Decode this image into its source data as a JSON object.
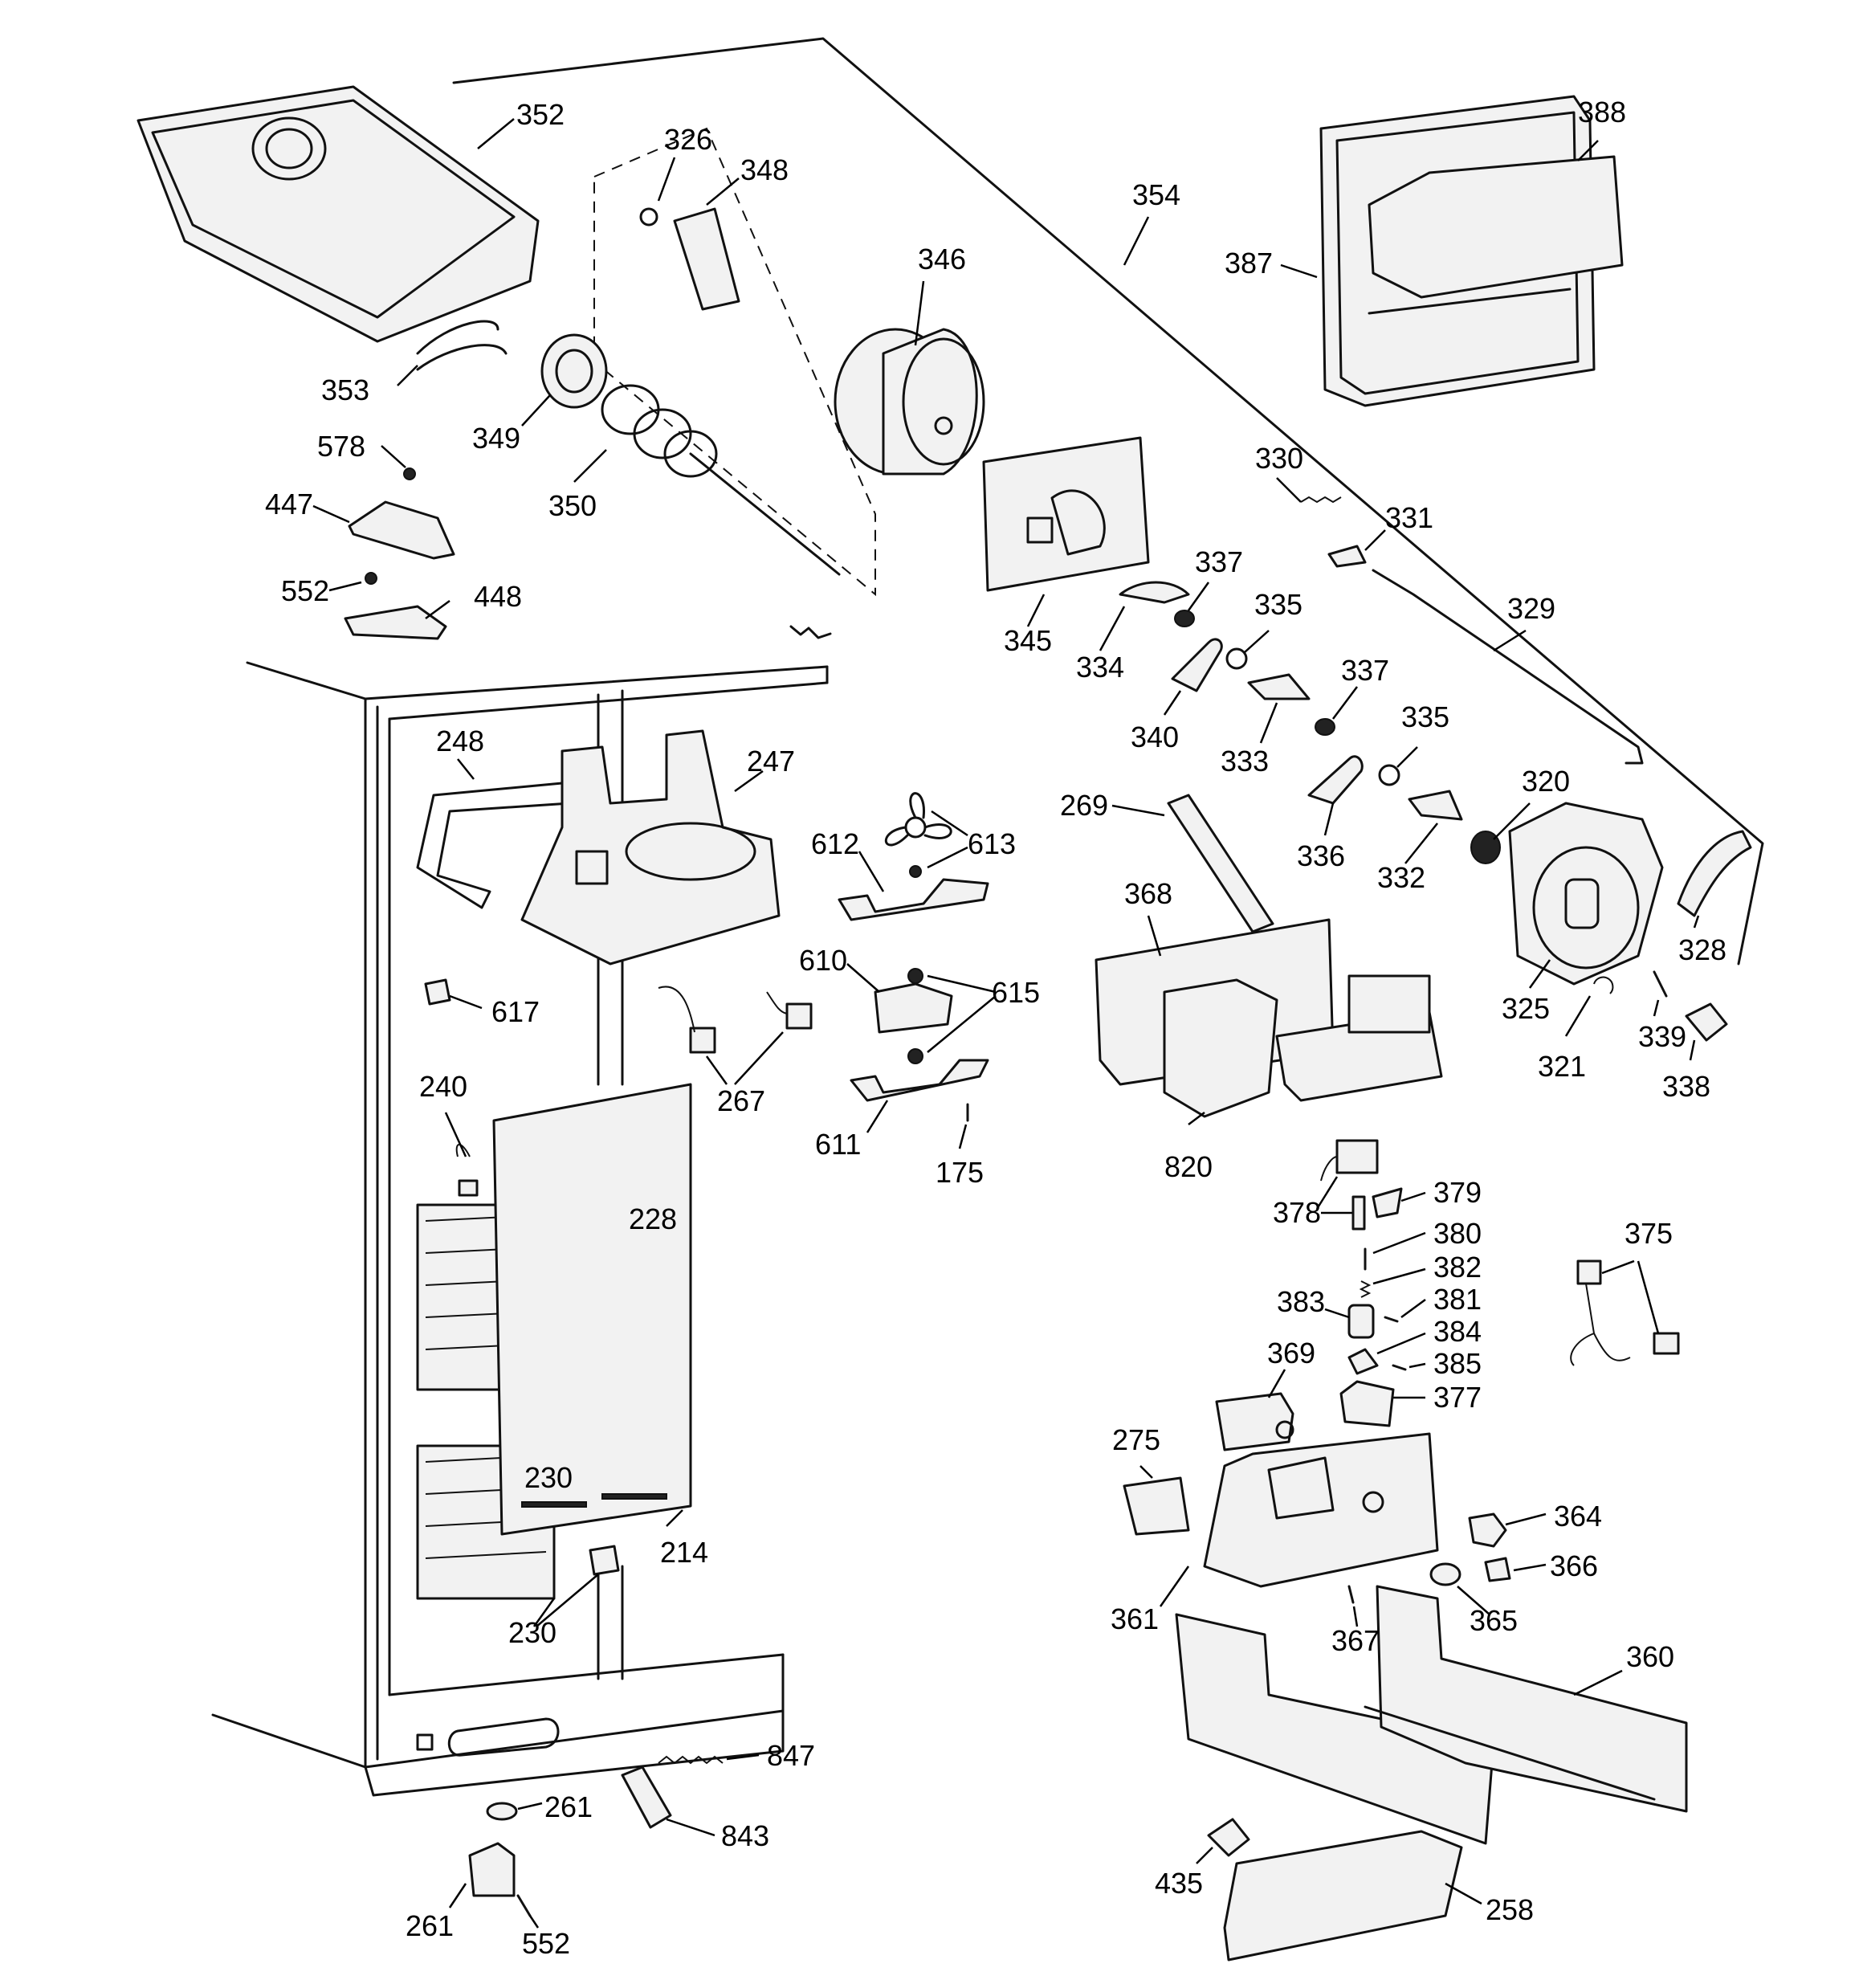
{
  "callouts": [
    {
      "id": "352",
      "label": "352"
    },
    {
      "id": "326",
      "label": "326"
    },
    {
      "id": "348",
      "label": "348"
    },
    {
      "id": "354",
      "label": "354"
    },
    {
      "id": "388",
      "label": "388"
    },
    {
      "id": "387",
      "label": "387"
    },
    {
      "id": "346",
      "label": "346"
    },
    {
      "id": "353",
      "label": "353"
    },
    {
      "id": "349",
      "label": "349"
    },
    {
      "id": "350",
      "label": "350"
    },
    {
      "id": "578",
      "label": "578"
    },
    {
      "id": "447",
      "label": "447"
    },
    {
      "id": "552a",
      "label": "552"
    },
    {
      "id": "448",
      "label": "448"
    },
    {
      "id": "330",
      "label": "330"
    },
    {
      "id": "331",
      "label": "331"
    },
    {
      "id": "337a",
      "label": "337"
    },
    {
      "id": "335a",
      "label": "335"
    },
    {
      "id": "329",
      "label": "329"
    },
    {
      "id": "345",
      "label": "345"
    },
    {
      "id": "334",
      "label": "334"
    },
    {
      "id": "340",
      "label": "340"
    },
    {
      "id": "333",
      "label": "333"
    },
    {
      "id": "337b",
      "label": "337"
    },
    {
      "id": "335b",
      "label": "335"
    },
    {
      "id": "336",
      "label": "336"
    },
    {
      "id": "320",
      "label": "320"
    },
    {
      "id": "332",
      "label": "332"
    },
    {
      "id": "328",
      "label": "328"
    },
    {
      "id": "325",
      "label": "325"
    },
    {
      "id": "321",
      "label": "321"
    },
    {
      "id": "339",
      "label": "339"
    },
    {
      "id": "338",
      "label": "338"
    },
    {
      "id": "248",
      "label": "248"
    },
    {
      "id": "247",
      "label": "247"
    },
    {
      "id": "612",
      "label": "612"
    },
    {
      "id": "613",
      "label": "613"
    },
    {
      "id": "269",
      "label": "269"
    },
    {
      "id": "368",
      "label": "368"
    },
    {
      "id": "610",
      "label": "610"
    },
    {
      "id": "615",
      "label": "615"
    },
    {
      "id": "617",
      "label": "617"
    },
    {
      "id": "267",
      "label": "267"
    },
    {
      "id": "611",
      "label": "611"
    },
    {
      "id": "175",
      "label": "175"
    },
    {
      "id": "820",
      "label": "820"
    },
    {
      "id": "240",
      "label": "240"
    },
    {
      "id": "228",
      "label": "228"
    },
    {
      "id": "378",
      "label": "378"
    },
    {
      "id": "379",
      "label": "379"
    },
    {
      "id": "380",
      "label": "380"
    },
    {
      "id": "382",
      "label": "382"
    },
    {
      "id": "381",
      "label": "381"
    },
    {
      "id": "383",
      "label": "383"
    },
    {
      "id": "384",
      "label": "384"
    },
    {
      "id": "385",
      "label": "385"
    },
    {
      "id": "375",
      "label": "375"
    },
    {
      "id": "369",
      "label": "369"
    },
    {
      "id": "377",
      "label": "377"
    },
    {
      "id": "230a",
      "label": "230"
    },
    {
      "id": "275",
      "label": "275"
    },
    {
      "id": "214",
      "label": "214"
    },
    {
      "id": "364",
      "label": "364"
    },
    {
      "id": "366",
      "label": "366"
    },
    {
      "id": "230b",
      "label": "230"
    },
    {
      "id": "361",
      "label": "361"
    },
    {
      "id": "367",
      "label": "367"
    },
    {
      "id": "365",
      "label": "365"
    },
    {
      "id": "360",
      "label": "360"
    },
    {
      "id": "847",
      "label": "847"
    },
    {
      "id": "261a",
      "label": "261"
    },
    {
      "id": "843",
      "label": "843"
    },
    {
      "id": "435",
      "label": "435"
    },
    {
      "id": "261b",
      "label": "261"
    },
    {
      "id": "552b",
      "label": "552"
    },
    {
      "id": "258",
      "label": "258"
    }
  ]
}
